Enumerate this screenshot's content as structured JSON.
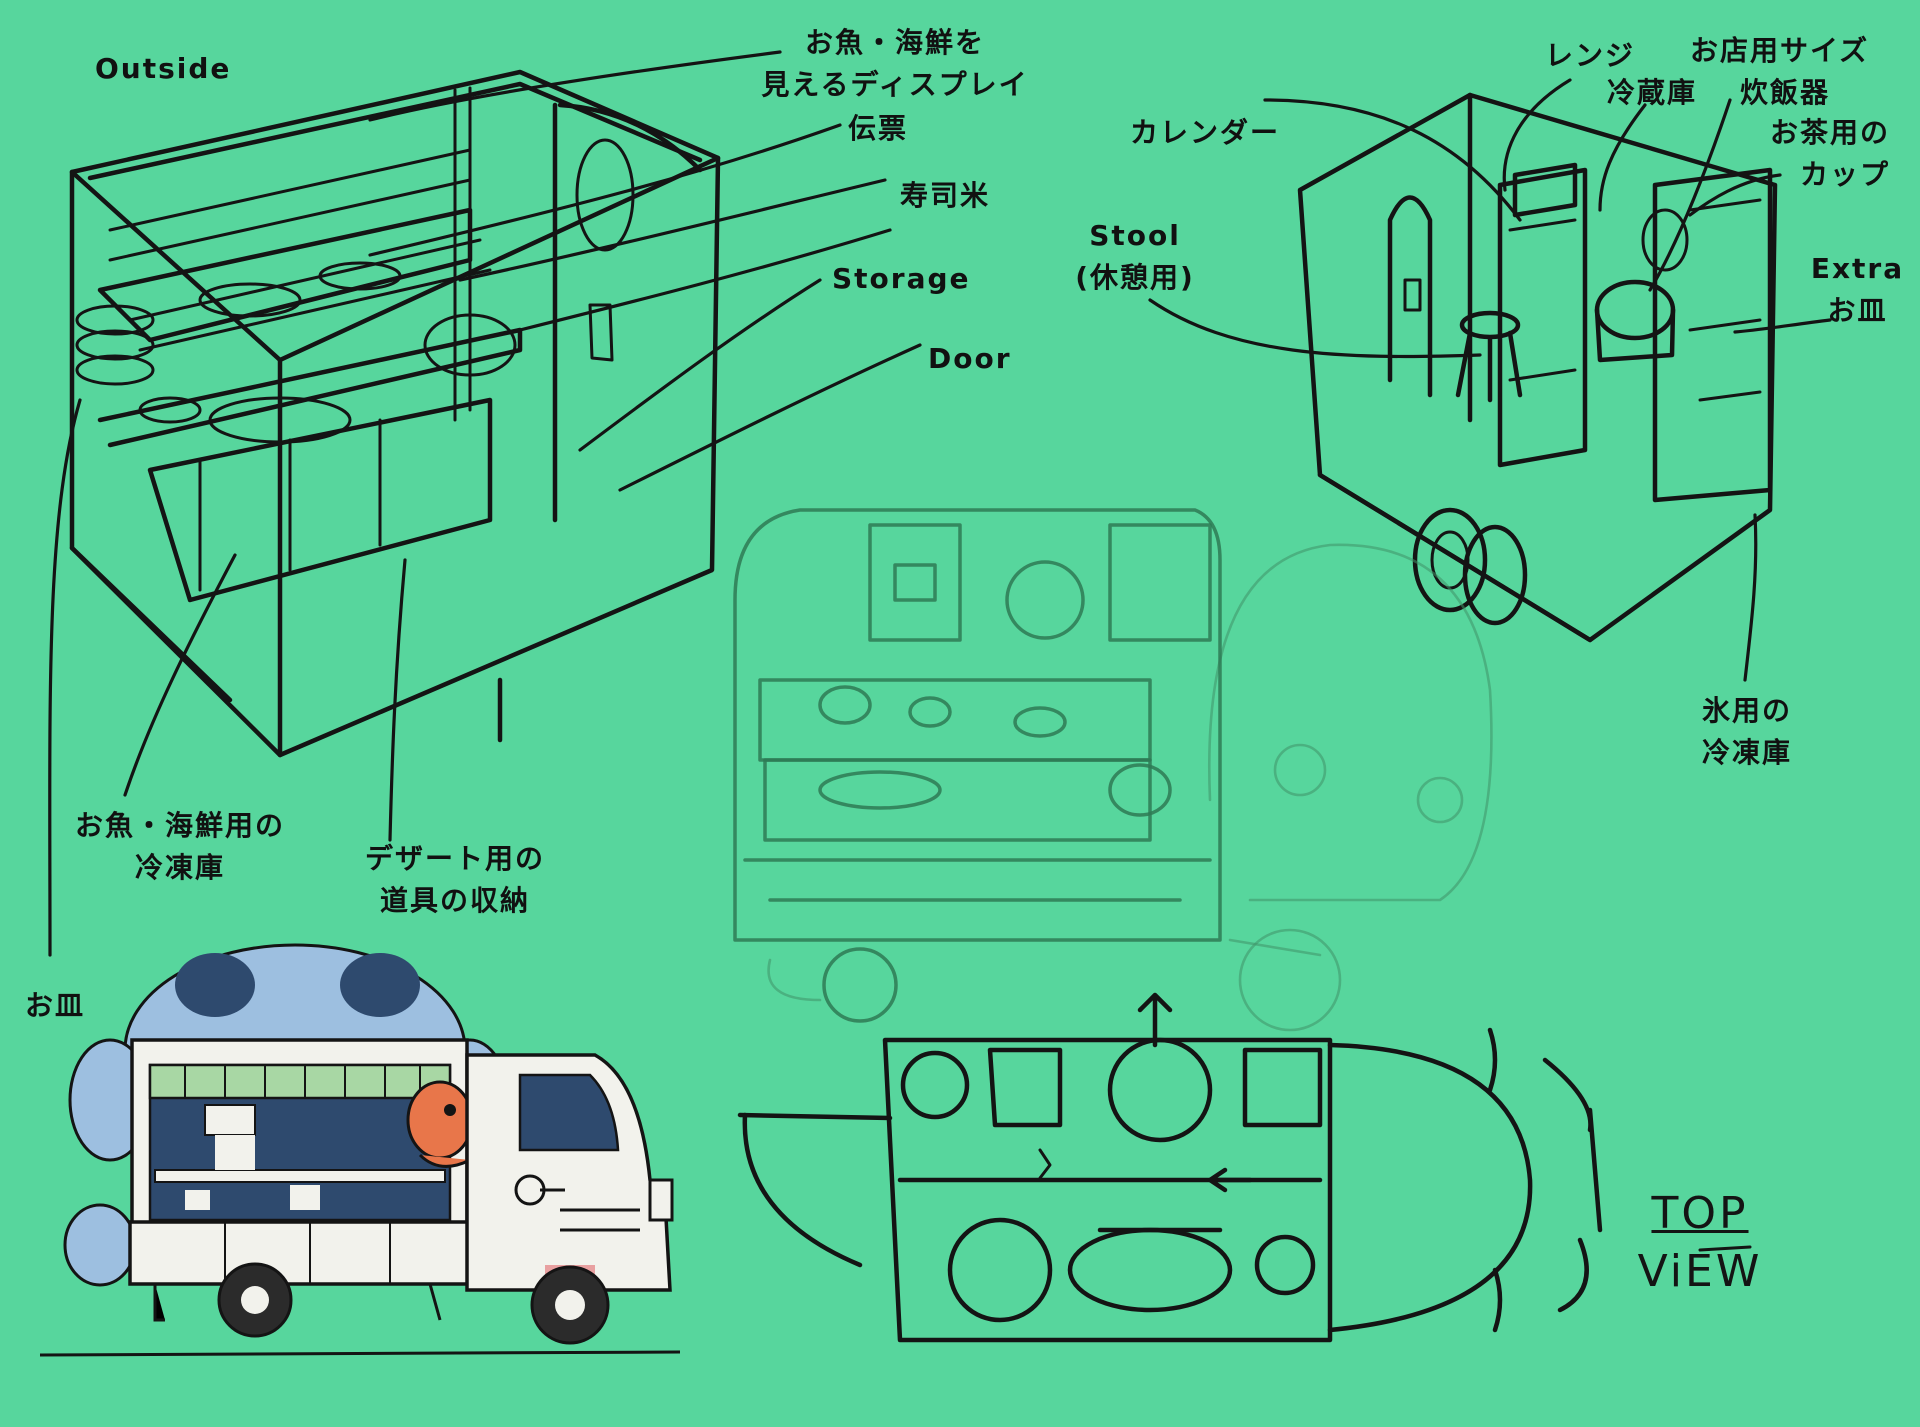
{
  "labels": {
    "outside": "Outside",
    "fish_display_1": "お魚・海鮮を",
    "fish_display_2": "見えるディスプレイ",
    "slip": "伝票",
    "sushi_rice": "寿司米",
    "storage": "Storage",
    "door": "Door",
    "fish_freezer_1": "お魚・海鮮用の",
    "fish_freezer_2": "冷凍庫",
    "dessert_storage_1": "デザート用の",
    "dessert_storage_2": "道具の収納",
    "plates": "お皿",
    "microwave": "レンジ",
    "fridge_size": "お店用サイズ",
    "fridge": "冷蔵庫",
    "rice_cooker": "炊飯器",
    "calendar": "カレンダー",
    "tea_cups_1": "お茶用の",
    "tea_cups_2": "カップ",
    "stool": "Stool",
    "stool_note": "(休憩用)",
    "extra_1": "Extra",
    "extra_2": "お皿",
    "ice_freezer_1": "氷用の",
    "ice_freezer_2": "冷凍庫",
    "top_view_1": "TOP",
    "top_view_2": "ViEW"
  },
  "colors": {
    "background": "#57d69d",
    "ink": "#141414",
    "truck_white": "#f2f2ec",
    "awning": "#a8d7a4",
    "fish_mascot": "#e8764a",
    "bear_blue": "#9dbfe0"
  }
}
